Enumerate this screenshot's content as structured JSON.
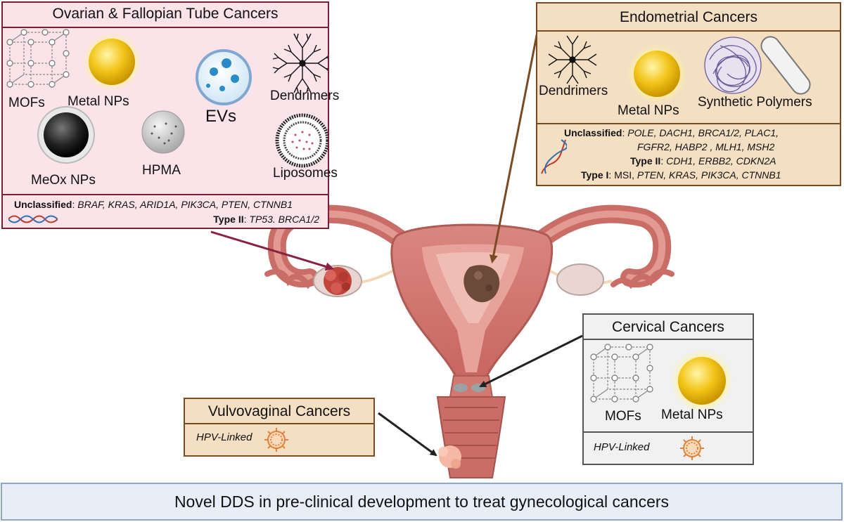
{
  "ovarian": {
    "title": "Ovarian & Fallopian Tube Cancers",
    "items": {
      "mofs": "MOFs",
      "metal_nps": "Metal NPs",
      "evs": "EVs",
      "dendrimers": "Dendrimers",
      "meox_nps": "MeOx NPs",
      "hpma": "HPMA",
      "liposomes": "Liposomes"
    },
    "genes": {
      "unclassified_label": "Unclassified",
      "unclassified_values": "BRAF, KRAS, ARID1A, PIK3CA, PTEN, CTNNB1",
      "type2_label": "Type II",
      "type2_values": "TP53. BRCA1/2"
    }
  },
  "endometrial": {
    "title": "Endometrial Cancers",
    "items": {
      "dendrimers": "Dendrimers",
      "metal_nps": "Metal NPs",
      "synthetic_polymers": "Synthetic Polymers"
    },
    "genes": {
      "unclassified_label": "Unclassified",
      "unclassified_values_1": "POLE, DACH1, BRCA1/2, PLAC1,",
      "unclassified_values_2": "FGFR2, HABP2 , MLH1, MSH2",
      "type2_label": "Type II",
      "type2_values": "CDH1, ERBB2, CDKN2A",
      "type1_label": "Type I",
      "type1_msi": "MSI,",
      "type1_values": "PTEN, KRAS, PIK3CA, CTNNB1"
    }
  },
  "cervical": {
    "title": "Cervical Cancers",
    "items": {
      "mofs": "MOFs",
      "metal_nps": "Metal NPs"
    },
    "hpv": "HPV-Linked"
  },
  "vulvovaginal": {
    "title": "Vulvovaginal Cancers",
    "hpv": "HPV-Linked"
  },
  "footer": "Novel DDS in pre-clinical development to treat gynecological cancers",
  "colors": {
    "ovarian_border": "#7a1f3a",
    "ovarian_fill": "#fbe3ea",
    "endometrial_border": "#7a4a22",
    "endometrial_fill": "#f4dfc3",
    "cervical_border": "#555555",
    "cervical_fill": "#f1f1f1",
    "vulvo_border": "#7a4a22",
    "vulvo_fill": "#f4dfc3",
    "footer_border": "#8ba6c7",
    "footer_fill": "#e8eef8",
    "uterus": "#c96d66",
    "gold": "#f2c418"
  }
}
